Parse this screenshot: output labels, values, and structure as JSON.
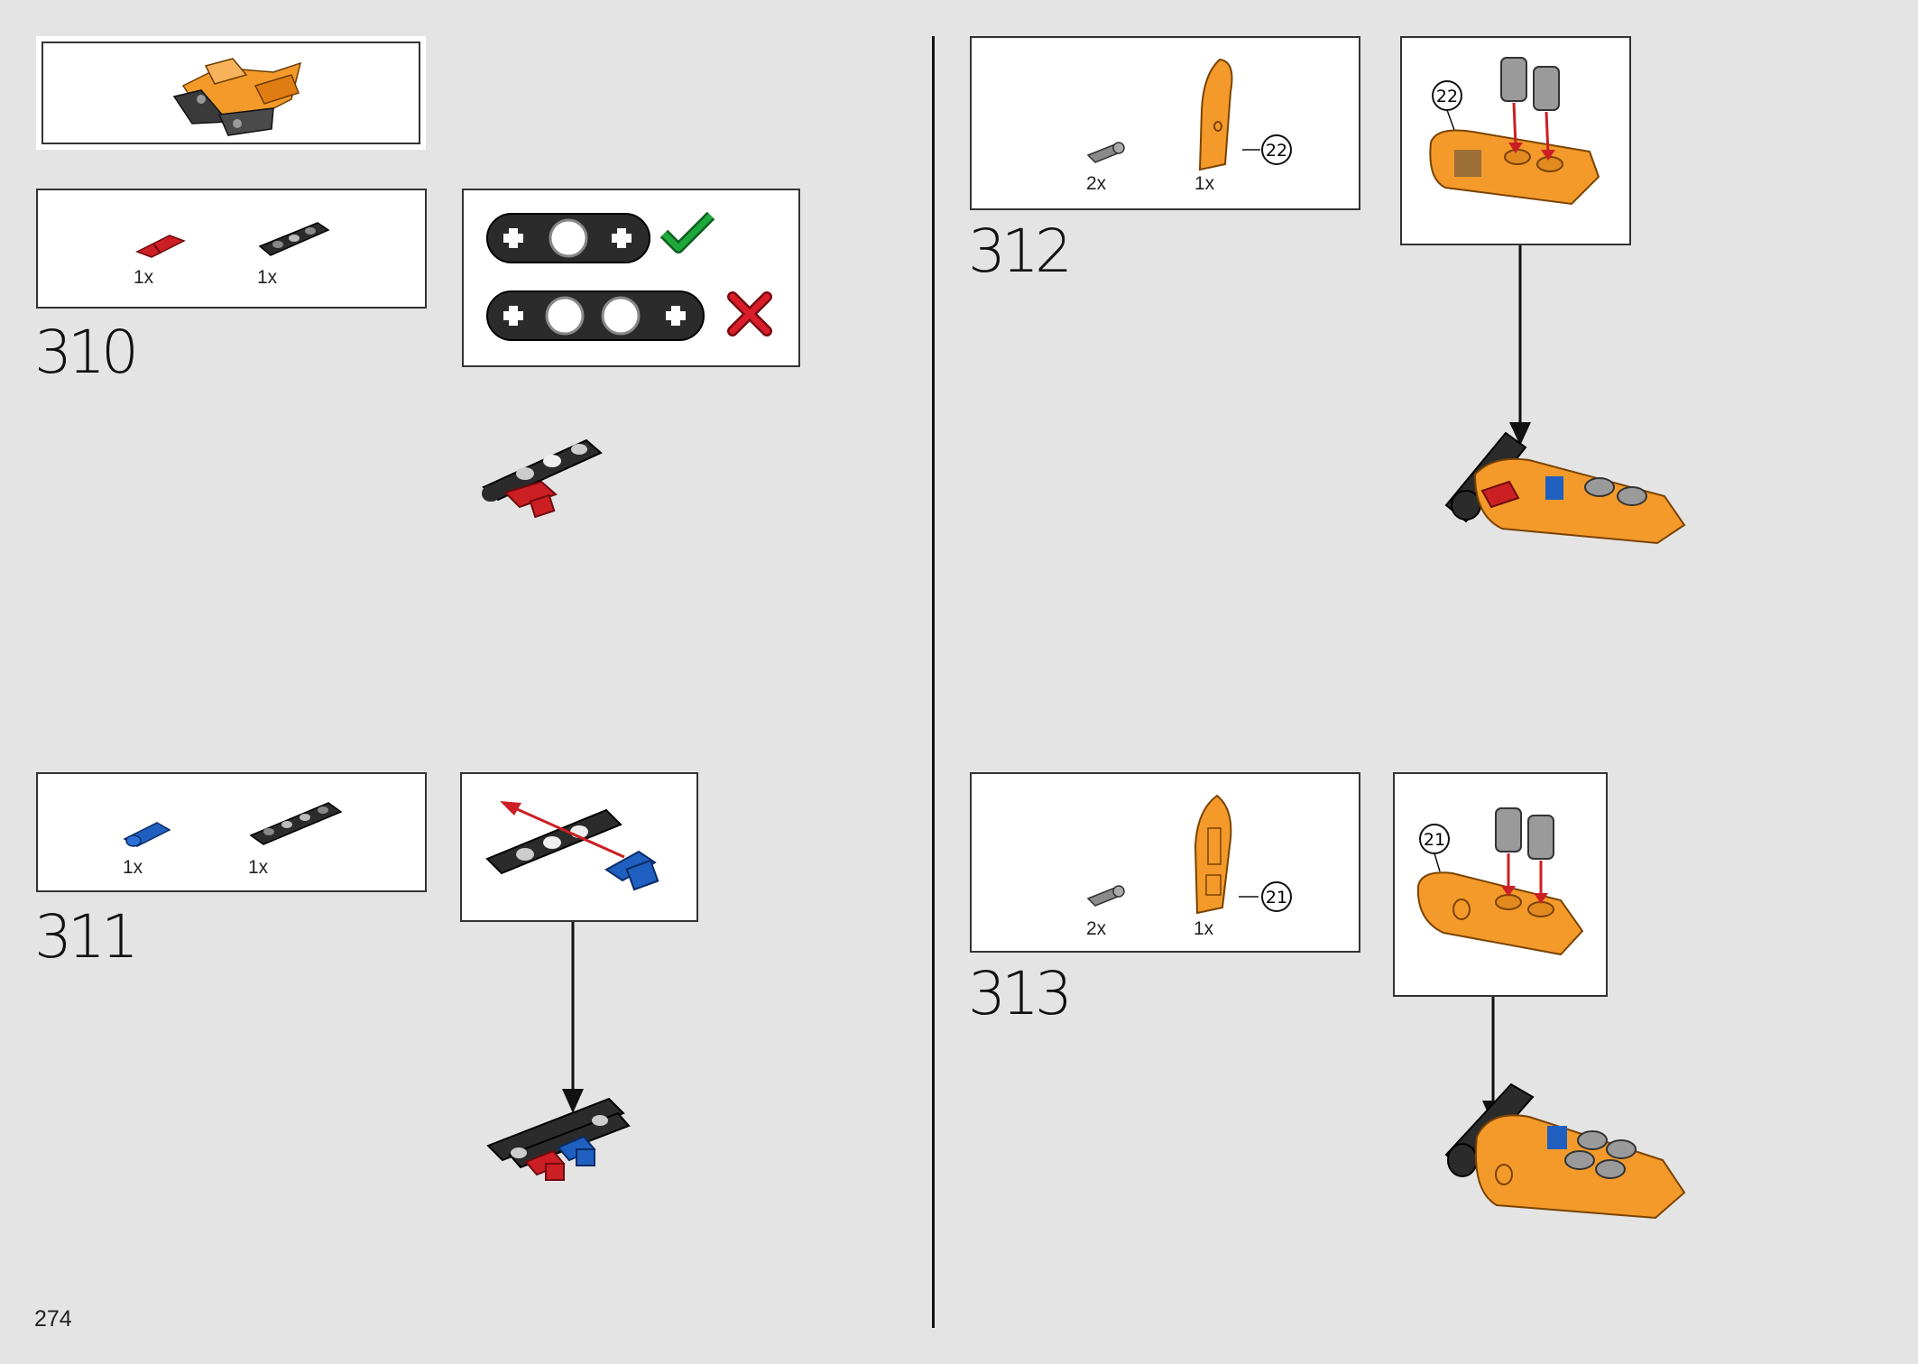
{
  "page_number": "274",
  "colors": {
    "background": "#e4e4e4",
    "orange": "#f39a2b",
    "red": "#cc1f24",
    "blue": "#1f5fbf",
    "dark_gray": "#2b2b2b",
    "light_gray": "#9a9a9a",
    "check_green": "#1ea83c",
    "cross_red": "#d81e2a"
  },
  "submodel_callout": {
    "icon": "orange-submodel-assembly-icon"
  },
  "compare_panel": {
    "icons": [
      "check-icon",
      "cross-icon"
    ]
  },
  "steps": [
    {
      "number": "310",
      "parts": [
        {
          "qty": "1x",
          "icon": "red-axle-pin-icon"
        },
        {
          "qty": "1x",
          "icon": "dark-gray-beam-3-icon"
        }
      ]
    },
    {
      "number": "311",
      "parts": [
        {
          "qty": "1x",
          "icon": "blue-axle-pin-icon"
        },
        {
          "qty": "1x",
          "icon": "dark-gray-beam-4-icon"
        }
      ]
    },
    {
      "number": "312",
      "parts": [
        {
          "qty": "2x",
          "icon": "gray-pin-icon"
        },
        {
          "qty": "1x",
          "icon": "orange-panel-22-icon",
          "callout": "22"
        }
      ],
      "subassembly_callout": "22"
    },
    {
      "number": "313",
      "parts": [
        {
          "qty": "2x",
          "icon": "gray-pin-icon"
        },
        {
          "qty": "1x",
          "icon": "orange-panel-21-icon",
          "callout": "21"
        }
      ],
      "subassembly_callout": "21"
    }
  ]
}
